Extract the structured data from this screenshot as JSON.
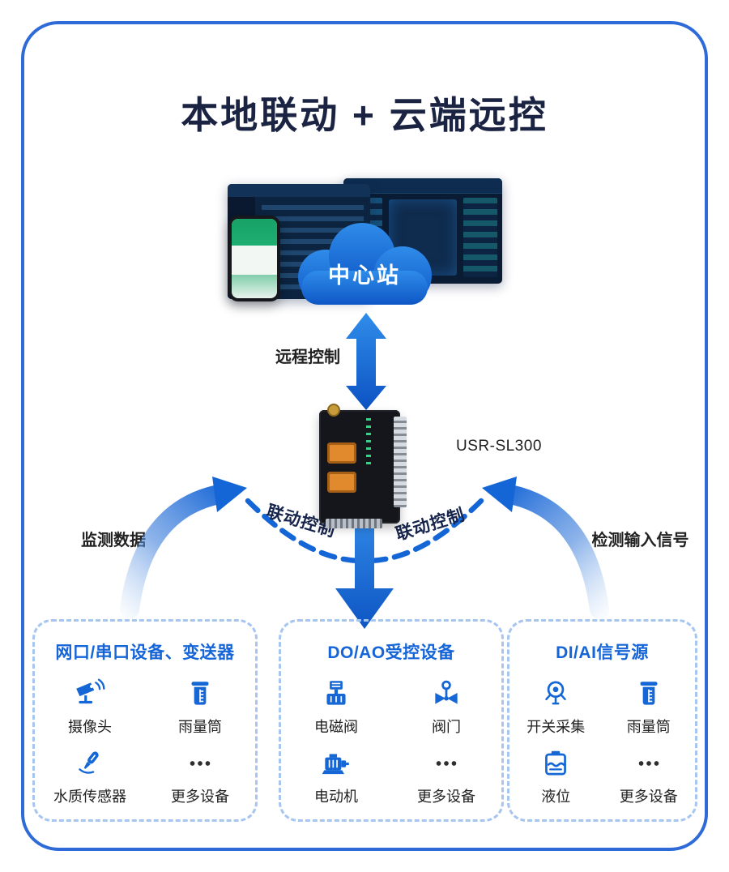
{
  "title": "本地联动 + 云端远控",
  "cloud": {
    "label": "中心站"
  },
  "device": {
    "model": "USR-SL300"
  },
  "labels": {
    "remote_control": "远程控制",
    "monitor_data": "监测数据",
    "input_signal": "检测输入信号",
    "linkage_control_left": "联动控制",
    "linkage_control_right": "联动控制"
  },
  "colors": {
    "accent_blue": "#1565d8",
    "card_border_blue": "#2e6bd8",
    "title_navy": "#1b2342",
    "cloud_gradient_top": "#2f8ce9",
    "cloud_gradient_bottom": "#0e57c6"
  },
  "boxes": [
    {
      "title": "网口/串口设备、变送器",
      "items": [
        {
          "label": "摄像头",
          "icon": "camera-icon"
        },
        {
          "label": "雨量筒",
          "icon": "rain-gauge-icon"
        },
        {
          "label": "水质传感器",
          "icon": "water-quality-sensor-icon"
        },
        {
          "label": "更多设备",
          "icon": "more-devices-icon"
        }
      ]
    },
    {
      "title": "DO/AO受控设备",
      "items": [
        {
          "label": "电磁阀",
          "icon": "solenoid-valve-icon"
        },
        {
          "label": "阀门",
          "icon": "valve-icon"
        },
        {
          "label": "电动机",
          "icon": "motor-icon"
        },
        {
          "label": "更多设备",
          "icon": "more-devices-icon"
        }
      ]
    },
    {
      "title": "DI/AI信号源",
      "items": [
        {
          "label": "开关采集",
          "icon": "switch-collect-icon"
        },
        {
          "label": "雨量筒",
          "icon": "rain-gauge-icon"
        },
        {
          "label": "液位",
          "icon": "liquid-level-icon"
        },
        {
          "label": "更多设备",
          "icon": "more-devices-icon"
        }
      ]
    }
  ]
}
